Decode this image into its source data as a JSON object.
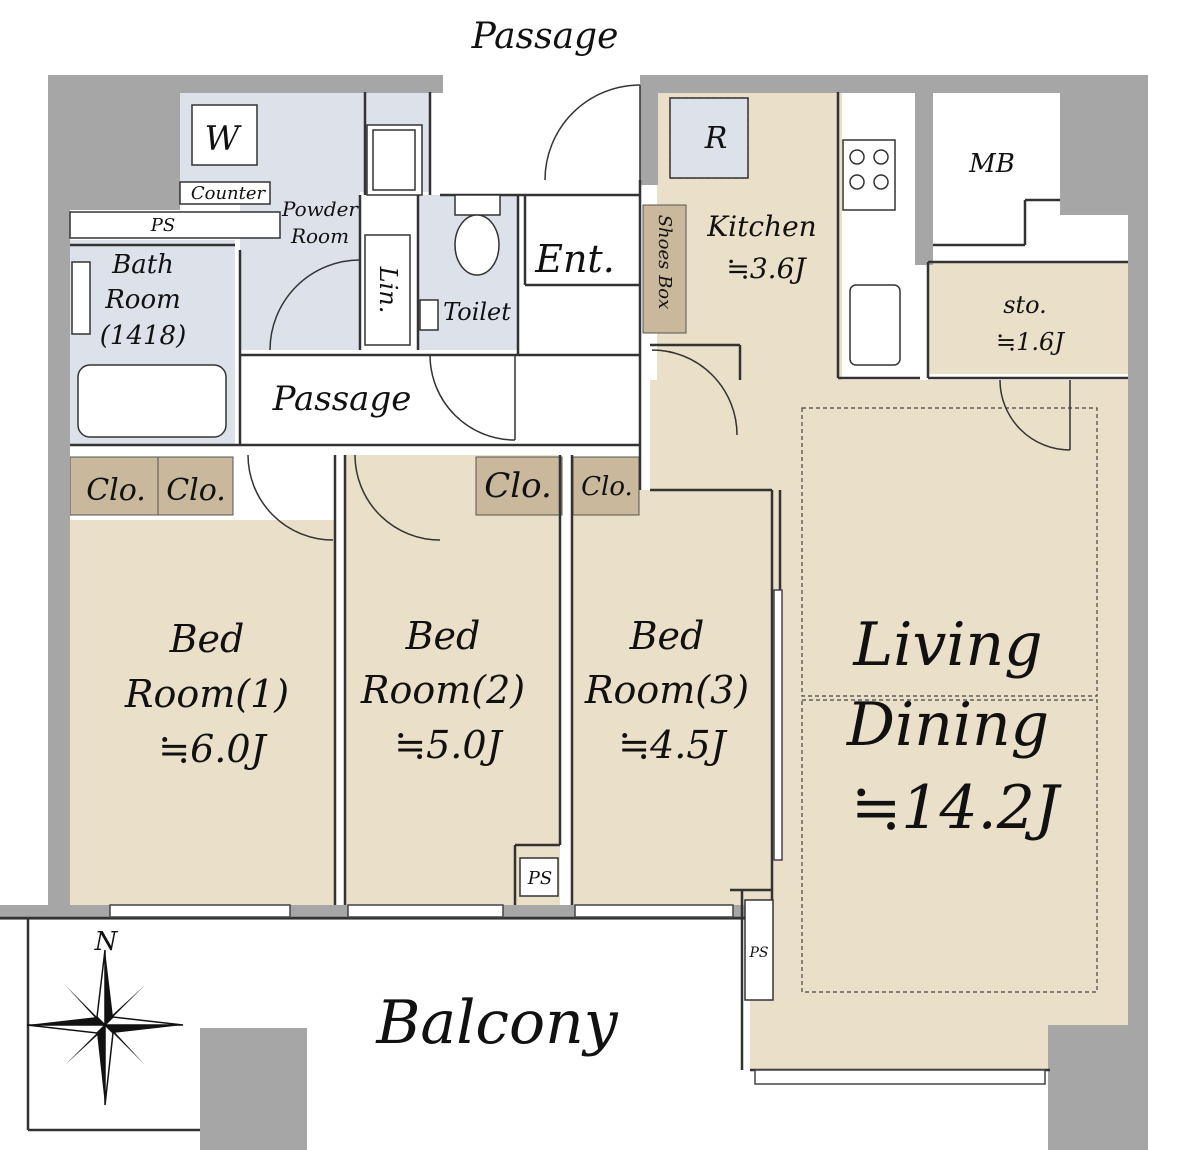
{
  "labels": {
    "passage_top": "Passage",
    "washer": "W",
    "refrigerator": "R",
    "mb": "MB",
    "counter": "Counter",
    "ps_bath": "PS",
    "powder_room_1": "Powder",
    "powder_room_2": "Room",
    "bath_1": "Bath",
    "bath_2": "Room",
    "bath_3": "(1418)",
    "linen": "Lin.",
    "toilet": "Toilet",
    "entrance": "Ent.",
    "shoes_box": "Shoes Box",
    "kitchen": "Kitchen",
    "kitchen_size": "≒3.6J",
    "storage": "sto.",
    "storage_size": "≒1.6J",
    "passage_inner": "Passage",
    "clo1": "Clo.",
    "clo2": "Clo.",
    "clo3": "Clo.",
    "clo4": "Clo.",
    "bed1_a": "Bed",
    "bed1_b": "Room(1)",
    "bed1_size": "≒6.0J",
    "bed2_a": "Bed",
    "bed2_b": "Room(2)",
    "bed2_size": "≒5.0J",
    "bed3_a": "Bed",
    "bed3_b": "Room(3)",
    "bed3_size": "≒4.5J",
    "living_a": "Living",
    "living_b": "Dining",
    "living_size": "≒14.2J",
    "ps_bed": "PS",
    "ps_living": "PS",
    "balcony": "Balcony",
    "north": "N"
  },
  "colors": {
    "wall": "#a6a6a6",
    "wet_area": "#dde1ea",
    "room": "#eadfc8",
    "closet": "#c9b89b",
    "line": "#333333"
  }
}
